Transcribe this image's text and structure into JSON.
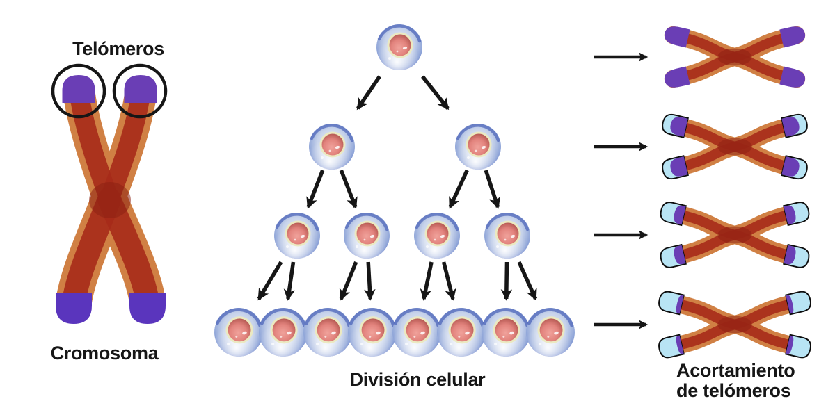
{
  "labels": {
    "telomeres": "Telómeros",
    "chromosome": "Cromosoma",
    "cell_division": "División celular",
    "telomere_shortening_line1": "Acortamiento",
    "telomere_shortening_line2": "de telómeros"
  },
  "diagram_data": {
    "type": "diagram",
    "topic": "Telomere shortening during cell division",
    "division_levels": [
      1,
      2,
      4,
      8
    ],
    "telomere_stages": [
      {
        "stage": 1,
        "telomere_fraction": 1.0,
        "telomere_lost_fraction": 0.0
      },
      {
        "stage": 2,
        "telomere_fraction": 0.65,
        "telomere_lost_fraction": 0.25
      },
      {
        "stage": 3,
        "telomere_fraction": 0.4,
        "telomere_lost_fraction": 0.5
      },
      {
        "stage": 4,
        "telomere_fraction": 0.2,
        "telomere_lost_fraction": 0.75
      }
    ],
    "highlight_circles_on_telomeres": 2
  },
  "icons": {
    "cell": "round blue cell with pink nucleus",
    "chromosome": "x-shaped orange-red chromosome with purple telomere caps",
    "arrow": "black straight arrow",
    "ghost_tip": "pale cyan outline showing lost telomere length"
  },
  "colors": {
    "background": "#ffffff",
    "ink": "#161616",
    "body-orange": "#d08044",
    "body-red": "#a62a19",
    "body-red-deep": "#8c2012",
    "telomere": "#6a3eb5",
    "telomere-deep": "#5a35bd",
    "ghost": "#b8e4f4",
    "ghost-stroke": "#0d0d0d",
    "cell-face": "#eef2f9",
    "cell-mid": "#c6d2ea",
    "cell-blue": "#8fa5d8",
    "cell-rim": "#5a73c4",
    "cell-rim-dark": "#4a63b8",
    "nucleus-ring": "#ebe9c1",
    "nucleus": "#f0a29b",
    "nucleus-mid": "#e2837d",
    "nucleus-deep": "#b0544e"
  }
}
